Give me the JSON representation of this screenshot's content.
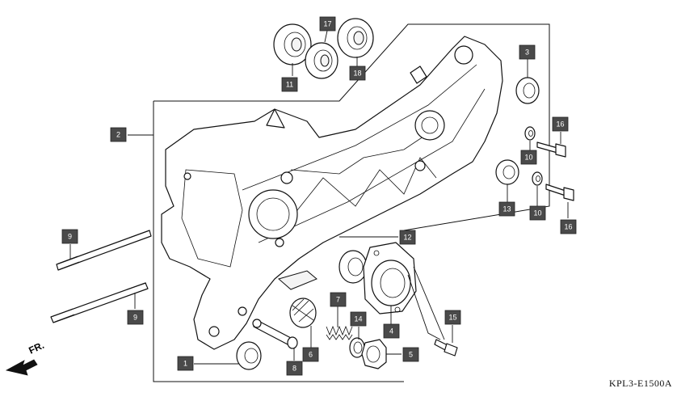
{
  "diagram": {
    "code": "KPL3-E1500A",
    "direction_label": "FR."
  },
  "callouts": [
    {
      "id": "callout-1",
      "label": "1"
    },
    {
      "id": "callout-2",
      "label": "2"
    },
    {
      "id": "callout-3",
      "label": "3"
    },
    {
      "id": "callout-4",
      "label": "4"
    },
    {
      "id": "callout-5",
      "label": "5"
    },
    {
      "id": "callout-6",
      "label": "6"
    },
    {
      "id": "callout-7",
      "label": "7"
    },
    {
      "id": "callout-8",
      "label": "8"
    },
    {
      "id": "callout-9a",
      "label": "9"
    },
    {
      "id": "callout-9b",
      "label": "9"
    },
    {
      "id": "callout-10a",
      "label": "10"
    },
    {
      "id": "callout-10b",
      "label": "10"
    },
    {
      "id": "callout-11",
      "label": "11"
    },
    {
      "id": "callout-12",
      "label": "12"
    },
    {
      "id": "callout-13",
      "label": "13"
    },
    {
      "id": "callout-14",
      "label": "14"
    },
    {
      "id": "callout-15",
      "label": "15"
    },
    {
      "id": "callout-16a",
      "label": "16"
    },
    {
      "id": "callout-16b",
      "label": "16"
    },
    {
      "id": "callout-17",
      "label": "17"
    },
    {
      "id": "callout-18",
      "label": "18"
    }
  ]
}
